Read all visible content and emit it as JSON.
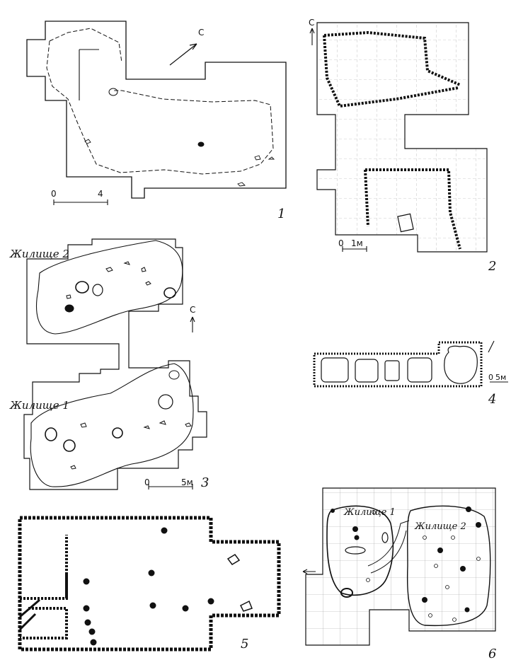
{
  "figures": [
    {
      "id": "1",
      "number": "1",
      "scale_left": "0",
      "scale_right": "4",
      "north": "С"
    },
    {
      "id": "2",
      "number": "2",
      "scale_left": "0",
      "scale_right": "1м",
      "north": "С"
    },
    {
      "id": "3",
      "number": "3",
      "scale_left": "0",
      "scale_right": "5м",
      "north": "С",
      "labels": [
        "Жилище 2",
        "Жилище 1"
      ]
    },
    {
      "id": "4",
      "number": "4",
      "scale_left": "0",
      "scale_right": "5м"
    },
    {
      "id": "5",
      "number": "5"
    },
    {
      "id": "6",
      "number": "6",
      "labels": [
        "Жилище 1",
        "Жилище 2"
      ]
    }
  ],
  "colors": {
    "ink": "#111111",
    "paper": "#ffffff",
    "grid": "#9a9a9a"
  }
}
